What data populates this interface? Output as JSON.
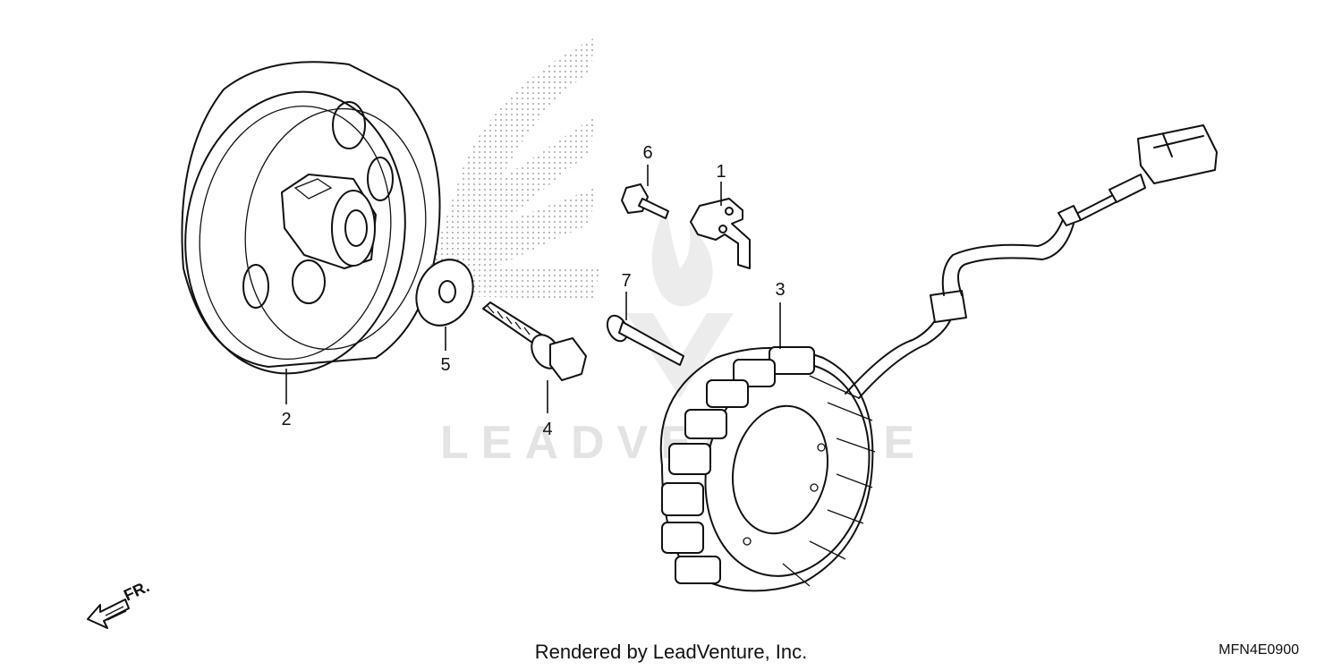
{
  "diagram": {
    "callouts": [
      {
        "id": "1",
        "label": "1"
      },
      {
        "id": "2",
        "label": "2"
      },
      {
        "id": "3",
        "label": "3"
      },
      {
        "id": "4",
        "label": "4"
      },
      {
        "id": "5",
        "label": "5"
      },
      {
        "id": "6",
        "label": "6"
      },
      {
        "id": "7",
        "label": "7"
      }
    ],
    "direction_label": "FR.",
    "watermark_text": "LEADVENTURE",
    "watermark_color": "#e3e3e3"
  },
  "footer": {
    "rendered_by": "Rendered by LeadVenture, Inc.",
    "diagram_code": "MFN4E0900"
  }
}
